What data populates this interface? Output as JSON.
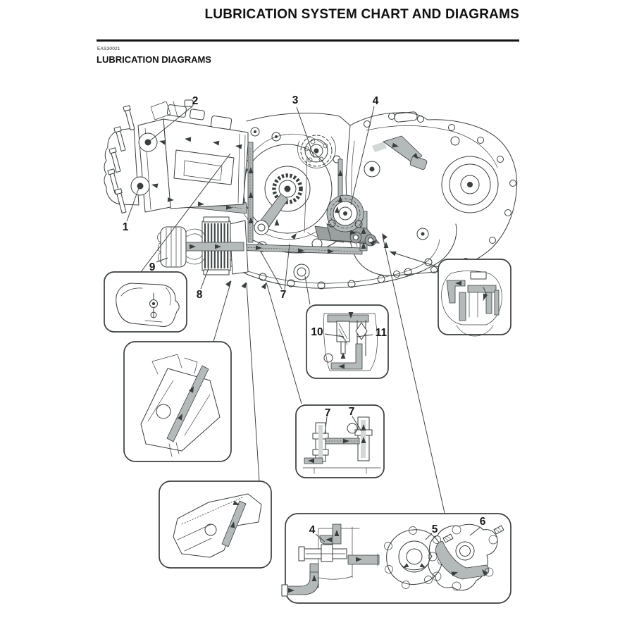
{
  "header": {
    "title": "LUBRICATION SYSTEM CHART AND DIAGRAMS"
  },
  "section": {
    "code": "EAS30021",
    "heading": "LUBRICATION DIAGRAMS"
  },
  "diagram": {
    "callouts": {
      "n1": {
        "label": "1"
      },
      "n2": {
        "label": "2"
      },
      "n3": {
        "label": "3"
      },
      "n4": {
        "label": "4"
      },
      "n7": {
        "label": "7"
      },
      "n8": {
        "label": "8"
      },
      "n9": {
        "label": "9"
      },
      "n10": {
        "label": "10"
      },
      "n11": {
        "label": "11"
      },
      "n7a": {
        "label": "7"
      },
      "n7b": {
        "label": "7"
      },
      "n4b": {
        "label": "4"
      },
      "n5": {
        "label": "5"
      },
      "n6": {
        "label": "6"
      }
    },
    "colors": {
      "line": "#3a3e3e",
      "passage": "#b4bab9",
      "passage_light": "#d3d7d6",
      "passage_dark": "#99a09f",
      "paper": "#ffffff"
    }
  }
}
